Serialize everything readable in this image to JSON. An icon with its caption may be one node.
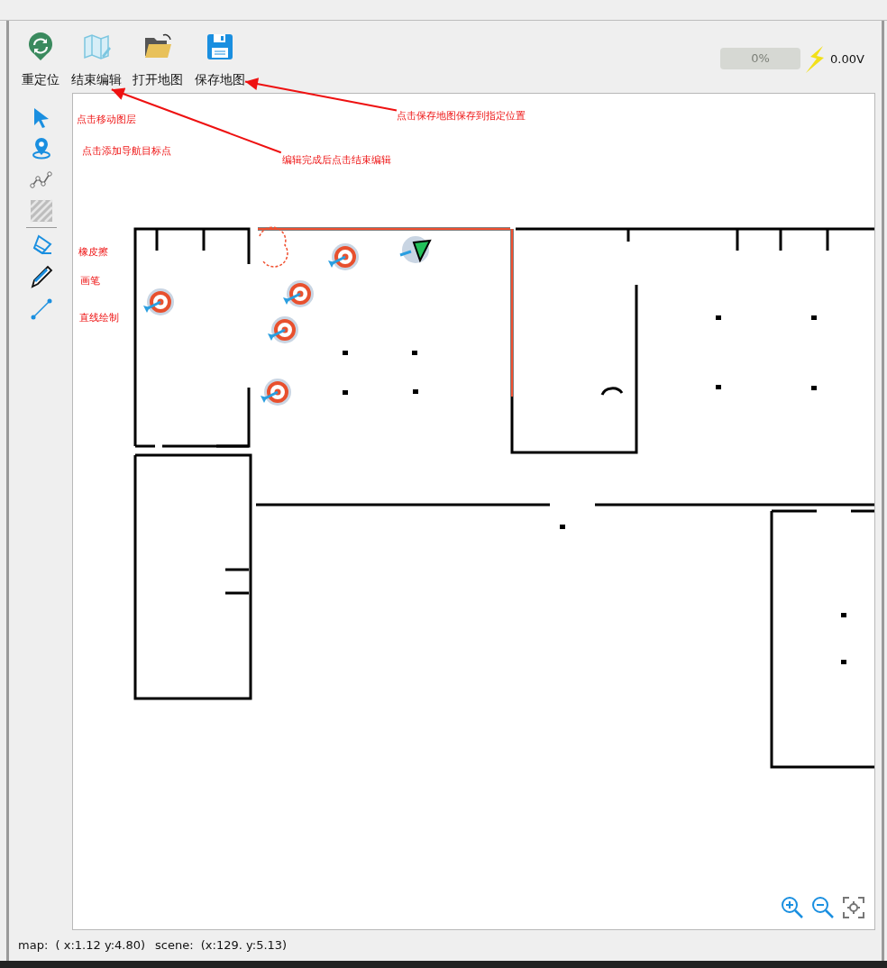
{
  "diagram": {
    "nodes": [
      {
        "text": [
          "重定位"
        ]
      },
      {
        "text": [
          "结束编辑"
        ]
      },
      {
        "text": [
          "打开地图"
        ]
      },
      {
        "text": [
          "保存地图"
        ]
      },
      {
        "text": [
          "点击保存地图保存到指定位置"
        ]
      },
      {
        "text": [
          "编辑完成后点击结束编辑"
        ]
      }
    ],
    "edges": [
      {
        "from": 4,
        "to": 3,
        "arrow": "to"
      },
      {
        "from": 5,
        "to": 1,
        "arrow": "to"
      }
    ],
    "labels": [
      "0%",
      "0.00V",
      "点击移动图层",
      "点击添加导航目标点",
      "橡皮擦",
      "画笔",
      "直线绘制",
      "map:  ( x:1.12 y:4.80)",
      "scene:  (x:129. y:5.13)"
    ]
  }
}
